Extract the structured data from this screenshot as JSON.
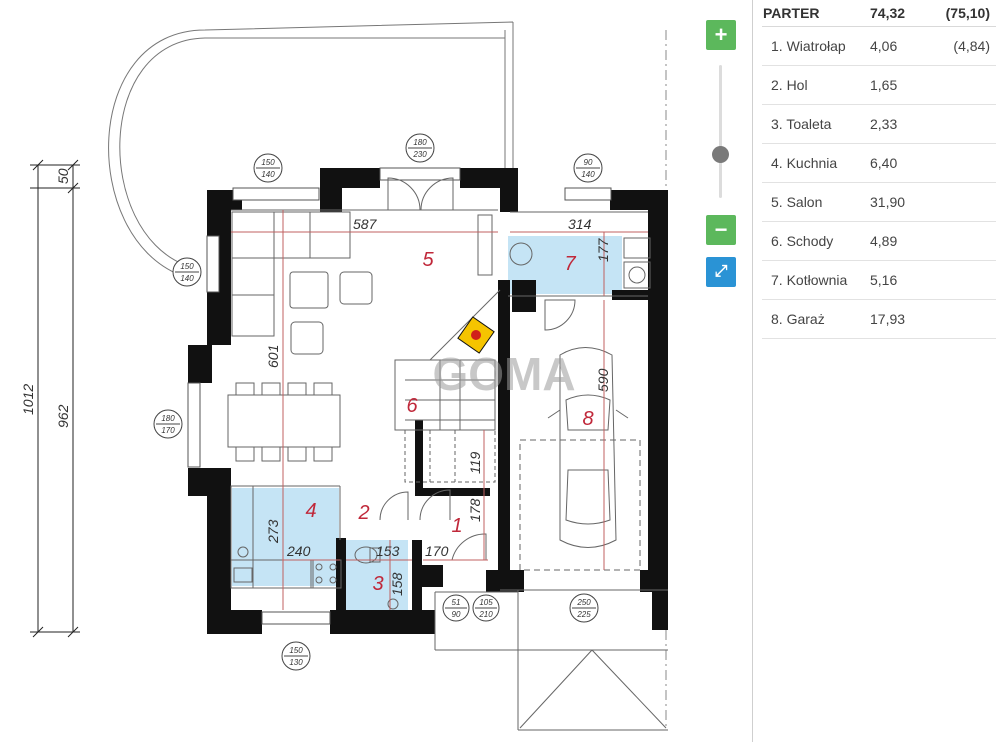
{
  "controls": {
    "zoom_in_icon": "+",
    "zoom_out_icon": "−",
    "fullscreen_icon": "⤢"
  },
  "plan": {
    "watermark": "GOMA",
    "room_numbers": [
      "1",
      "2",
      "3",
      "4",
      "5",
      "6",
      "7",
      "8"
    ],
    "dimensions": {
      "d587": "587",
      "d314": "314",
      "d177": "177",
      "d601": "601",
      "d590": "590",
      "d273": "273",
      "d240": "240",
      "d153": "153",
      "d158": "158",
      "d170": "170",
      "d178": "178",
      "d119": "119",
      "d1012": "1012",
      "d962": "962",
      "d50": "50"
    },
    "openings": [
      {
        "top": "150",
        "bottom": "140"
      },
      {
        "top": "180",
        "bottom": "230"
      },
      {
        "top": "90",
        "bottom": "140"
      },
      {
        "top": "150",
        "bottom": "140"
      },
      {
        "top": "180",
        "bottom": "170"
      },
      {
        "top": "51",
        "bottom": "90"
      },
      {
        "top": "105",
        "bottom": "210"
      },
      {
        "top": "250",
        "bottom": "225"
      },
      {
        "top": "150",
        "bottom": "130"
      }
    ]
  },
  "panel": {
    "header": {
      "name": "PARTER",
      "area": "74,32",
      "alt": "(75,10)"
    },
    "rooms": [
      {
        "name": "1. Wiatrołap",
        "area": "4,06",
        "alt": "(4,84)"
      },
      {
        "name": "2. Hol",
        "area": "1,65",
        "alt": ""
      },
      {
        "name": "3. Toaleta",
        "area": "2,33",
        "alt": ""
      },
      {
        "name": "4. Kuchnia",
        "area": "6,40",
        "alt": ""
      },
      {
        "name": "5. Salon",
        "area": "31,90",
        "alt": ""
      },
      {
        "name": "6. Schody",
        "area": "4,89",
        "alt": ""
      },
      {
        "name": "7. Kotłownia",
        "area": "5,16",
        "alt": ""
      },
      {
        "name": "8. Garaż",
        "area": "17,93",
        "alt": ""
      }
    ]
  }
}
